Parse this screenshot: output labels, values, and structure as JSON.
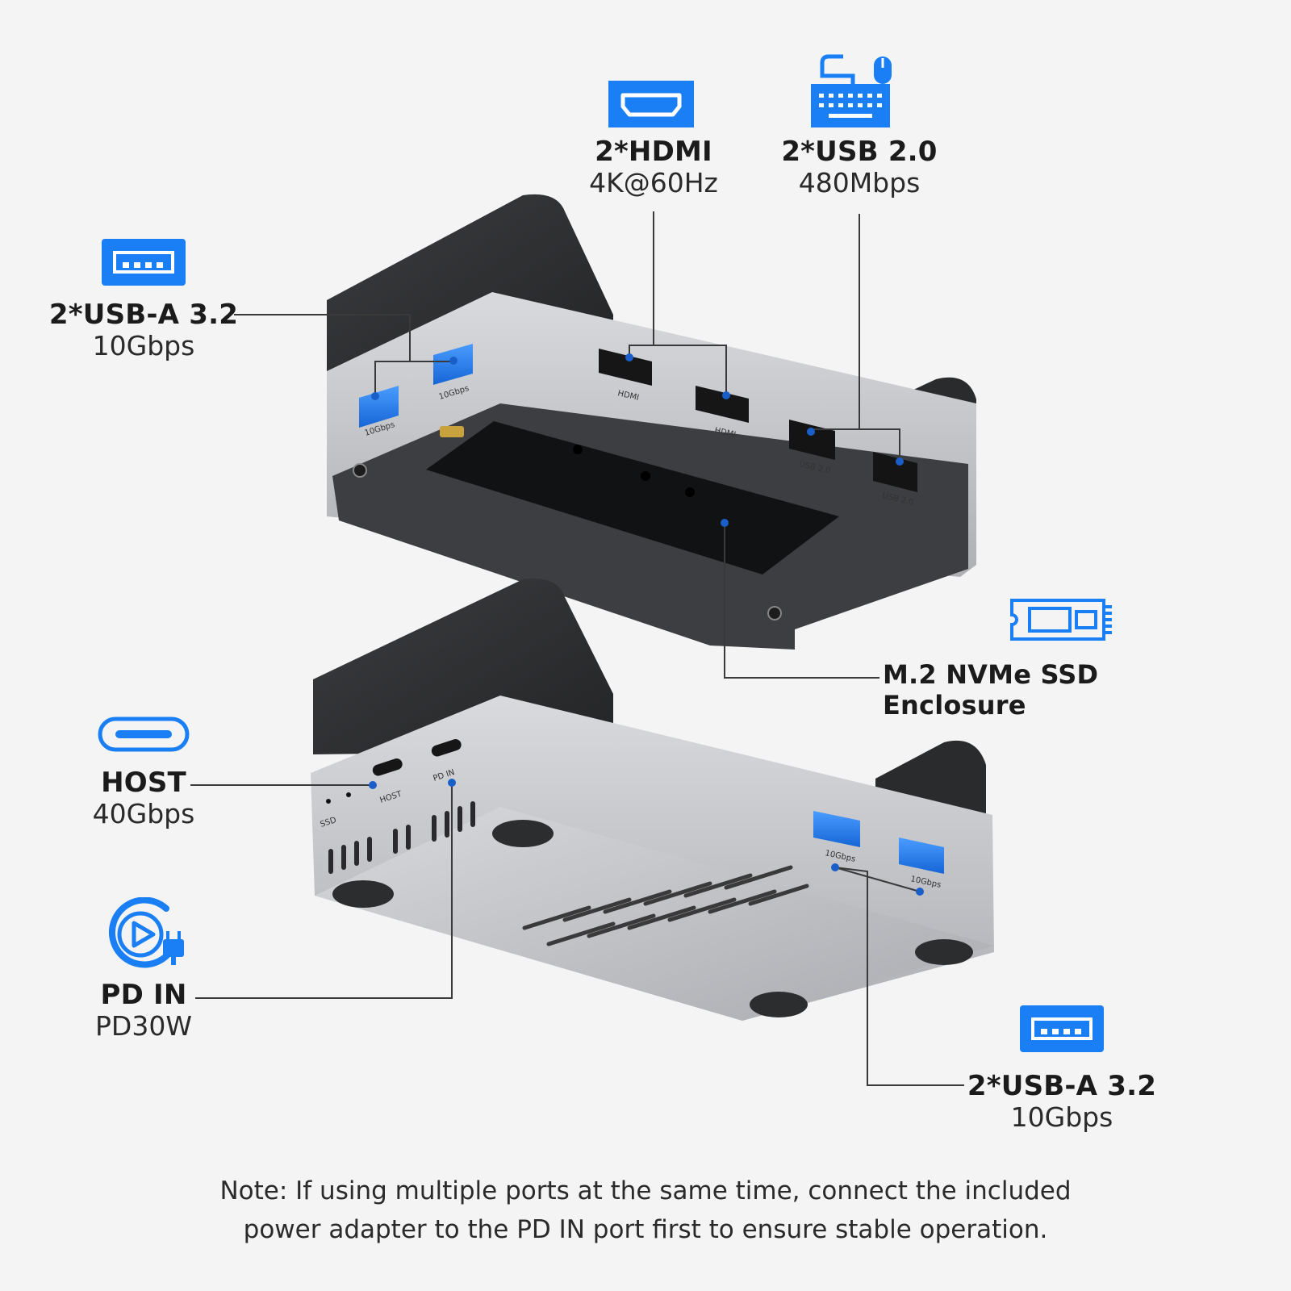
{
  "colors": {
    "accent": "#1a7ef4",
    "body_silver": "#c9cbcf",
    "body_dark": "#2e2f31",
    "leader": "#3a3a3a"
  },
  "labels": {
    "hdmi": {
      "title": "2*HDMI",
      "sub": "4K@60Hz",
      "icon": "hdmi-port-icon"
    },
    "usb2": {
      "title": "2*USB 2.0",
      "sub": "480Mbps",
      "icon": "keyboard-mouse-icon"
    },
    "usba_top": {
      "title": "2*USB-A 3.2",
      "sub": "10Gbps",
      "icon": "usb-a-port-icon"
    },
    "ssd": {
      "title": "M.2 NVMe SSD Enclosure",
      "icon": "m2-ssd-icon"
    },
    "host": {
      "title": "HOST",
      "sub": "40Gbps",
      "icon": "usb-c-port-icon"
    },
    "pdin": {
      "title": "PD IN",
      "sub": "PD30W",
      "icon": "power-delivery-icon"
    },
    "usba_bottom": {
      "title": "2*USB-A 3.2",
      "sub": "10Gbps",
      "icon": "usb-a-port-icon"
    }
  },
  "device_markings": {
    "port_10gbps": "10Gbps",
    "port_hdmi": "HDMI",
    "port_usb2": "USB 2.0",
    "port_host": "HOST",
    "port_pdin": "PD IN",
    "led_ssd": "SSD"
  },
  "note": {
    "line1": "Note: If using multiple ports at the same time, connect the included",
    "line2": "power adapter to the PD IN port first to ensure stable operation."
  }
}
